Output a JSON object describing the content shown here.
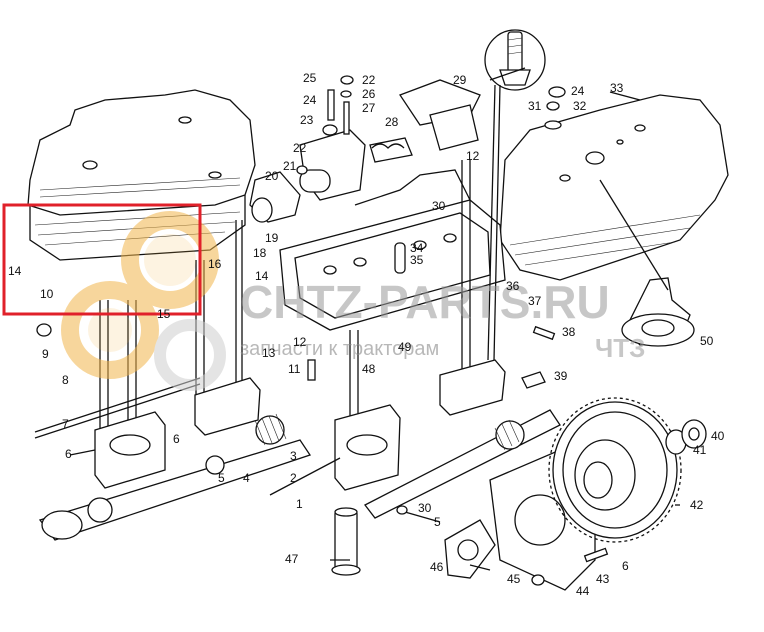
{
  "watermark": {
    "brand": "CHTZ-PARTS.RU",
    "tagline": "запчасти к тракторам",
    "mark": "ЧТЗ",
    "gear_color": "#f2b64c"
  },
  "highlight": {
    "color": "#e0202a"
  },
  "callouts": [
    "25",
    "22",
    "26",
    "24",
    "27",
    "23",
    "29",
    "24",
    "31",
    "32",
    "33",
    "28",
    "21",
    "22",
    "20",
    "12",
    "19",
    "30",
    "18",
    "34",
    "35",
    "14",
    "16",
    "14",
    "10",
    "15",
    "36",
    "37",
    "38",
    "9",
    "50",
    "12",
    "13",
    "49",
    "48",
    "11",
    "39",
    "8",
    "7",
    "6",
    "6",
    "3",
    "2",
    "4",
    "5",
    "1",
    "30",
    "5",
    "47",
    "46",
    "45",
    "44",
    "43",
    "6",
    "40",
    "41",
    "42"
  ]
}
